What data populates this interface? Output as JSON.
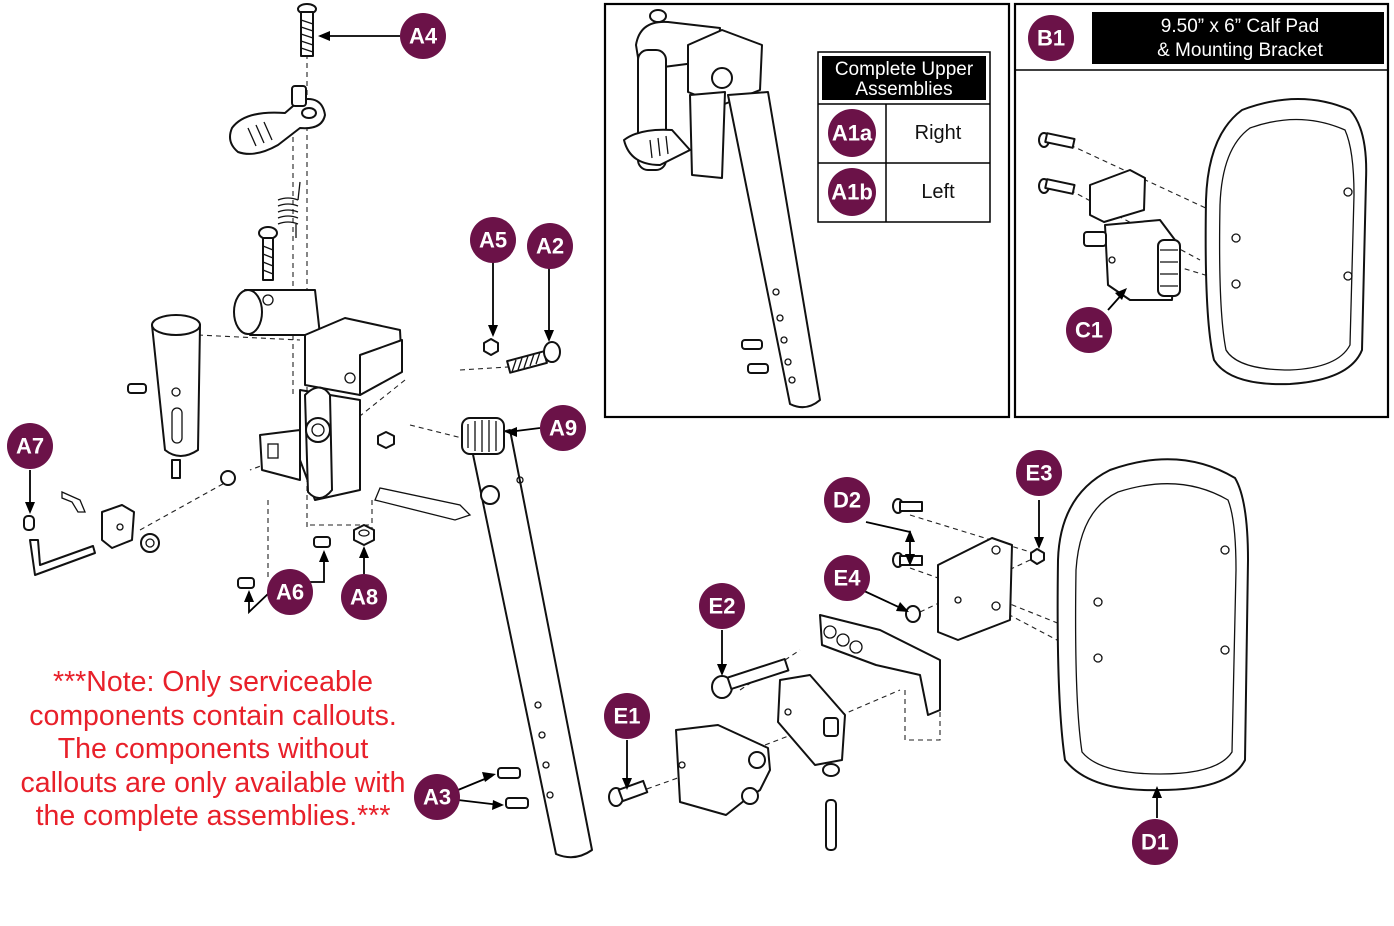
{
  "callouts": {
    "A4": "A4",
    "A5": "A5",
    "A2": "A2",
    "A9": "A9",
    "A7": "A7",
    "A6": "A6",
    "A8": "A8",
    "A3": "A3",
    "E1": "E1",
    "E2": "E2",
    "E3": "E3",
    "E4": "E4",
    "D1": "D1",
    "D2": "D2",
    "C1": "C1",
    "B1": "B1"
  },
  "upper_assemblies_table": {
    "header": [
      "Complete Upper",
      "Assemblies"
    ],
    "rows": [
      {
        "callout": "A1a",
        "side": "Right"
      },
      {
        "callout": "A1b",
        "side": "Left"
      }
    ]
  },
  "calf_pad_box": {
    "callout": "B1",
    "title_lines": [
      "9.50” x 6” Calf Pad",
      "& Mounting Bracket"
    ]
  },
  "note": "***Note: Only serviceable components contain callouts. The components without callouts are only available with the complete assemblies.***",
  "colors": {
    "badge": "#6b1248",
    "note": "#e8202a"
  }
}
